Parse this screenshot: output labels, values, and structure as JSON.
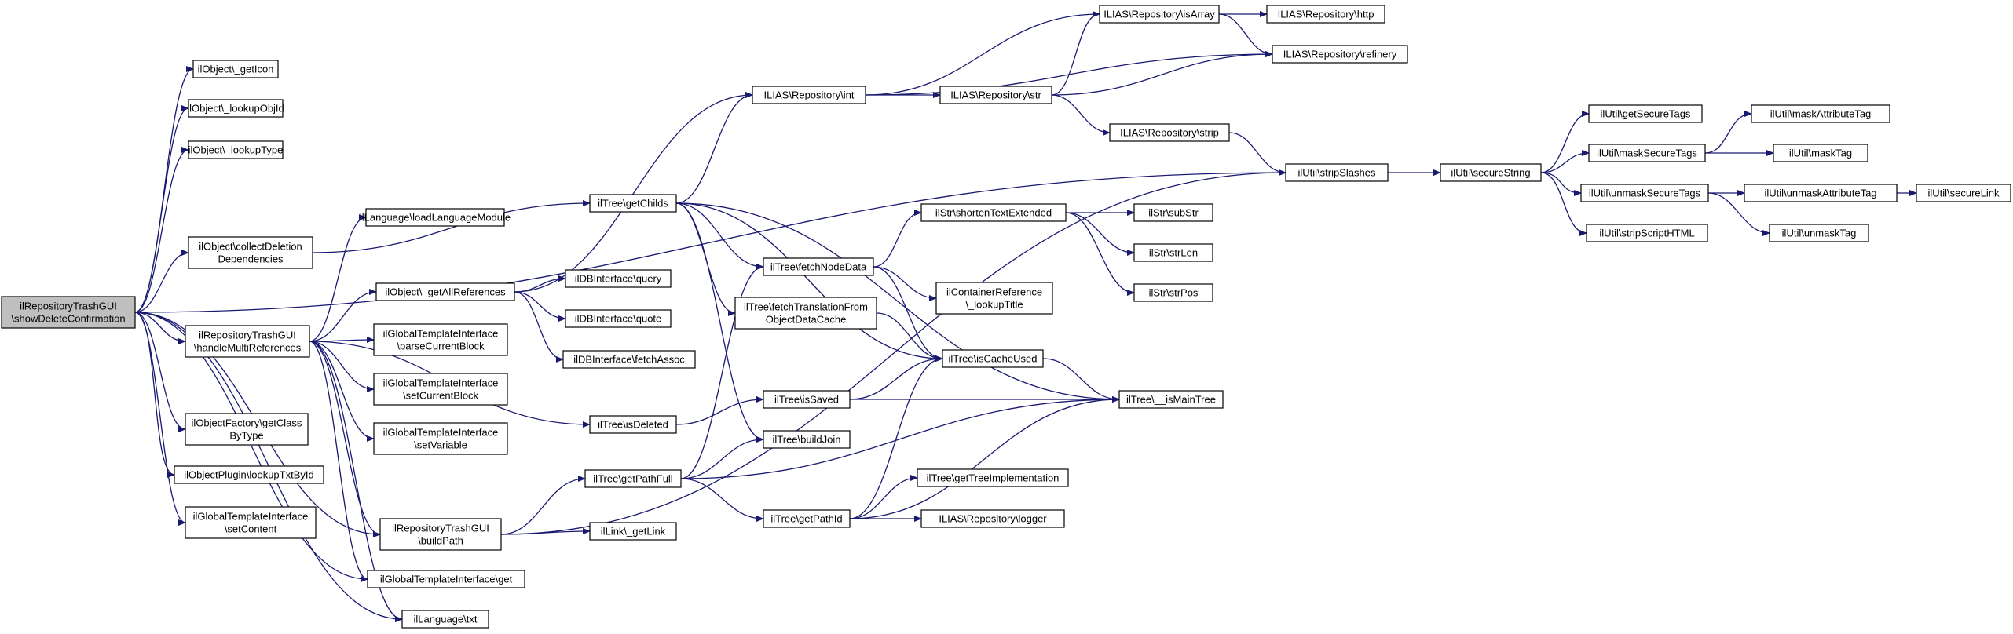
{
  "graph": {
    "nodes": [
      {
        "id": "root",
        "lines": [
          "ilRepositoryTrashGUI",
          "\\showDeleteConfirmation"
        ],
        "root": true
      },
      {
        "id": "geticon",
        "lines": [
          "ilObject\\_getIcon"
        ]
      },
      {
        "id": "lookupobjid",
        "lines": [
          "ilObject\\_lookupObjId"
        ]
      },
      {
        "id": "lookuptype",
        "lines": [
          "ilObject\\_lookupType"
        ]
      },
      {
        "id": "collectdel",
        "lines": [
          "ilObject\\collectDeletion",
          "Dependencies"
        ]
      },
      {
        "id": "handlemulti",
        "lines": [
          "ilRepositoryTrashGUI",
          "\\handleMultiReferences"
        ]
      },
      {
        "id": "factory",
        "lines": [
          "ilObjectFactory\\getClass",
          "ByType"
        ]
      },
      {
        "id": "plugin",
        "lines": [
          "ilObjectPlugin\\lookupTxtById"
        ]
      },
      {
        "id": "gtisetcontent",
        "lines": [
          "ilGlobalTemplateInterface",
          "\\setContent"
        ]
      },
      {
        "id": "loadlang",
        "lines": [
          "ilLanguage\\loadLanguageModule"
        ]
      },
      {
        "id": "getallrefs",
        "lines": [
          "ilObject\\_getAllReferences"
        ]
      },
      {
        "id": "parseblock",
        "lines": [
          "ilGlobalTemplateInterface",
          "\\parseCurrentBlock"
        ]
      },
      {
        "id": "setblock",
        "lines": [
          "ilGlobalTemplateInterface",
          "\\setCurrentBlock"
        ]
      },
      {
        "id": "setvar",
        "lines": [
          "ilGlobalTemplateInterface",
          "\\setVariable"
        ]
      },
      {
        "id": "buildpath",
        "lines": [
          "ilRepositoryTrashGUI",
          "\\buildPath"
        ]
      },
      {
        "id": "gtiget",
        "lines": [
          "ilGlobalTemplateInterface\\get"
        ]
      },
      {
        "id": "langtxt",
        "lines": [
          "ilLanguage\\txt"
        ]
      },
      {
        "id": "dbquery",
        "lines": [
          "ilDBInterface\\query"
        ]
      },
      {
        "id": "dbquote",
        "lines": [
          "ilDBInterface\\quote"
        ]
      },
      {
        "id": "dbfetch",
        "lines": [
          "ilDBInterface\\fetchAssoc"
        ]
      },
      {
        "id": "getchilds",
        "lines": [
          "ilTree\\getChilds"
        ]
      },
      {
        "id": "isdeleted",
        "lines": [
          "ilTree\\isDeleted"
        ]
      },
      {
        "id": "getpathfull",
        "lines": [
          "ilTree\\getPathFull"
        ]
      },
      {
        "id": "getlink",
        "lines": [
          "ilLink\\_getLink"
        ]
      },
      {
        "id": "repoint",
        "lines": [
          "ILIAS\\Repository\\int"
        ]
      },
      {
        "id": "fetchnode",
        "lines": [
          "ilTree\\fetchNodeData"
        ]
      },
      {
        "id": "fetchtrans",
        "lines": [
          "ilTree\\fetchTranslationFrom",
          "ObjectDataCache"
        ]
      },
      {
        "id": "issaved",
        "lines": [
          "ilTree\\isSaved"
        ]
      },
      {
        "id": "buildjoin",
        "lines": [
          "ilTree\\buildJoin"
        ]
      },
      {
        "id": "getpathid",
        "lines": [
          "ilTree\\getPathId"
        ]
      },
      {
        "id": "repoisarray",
        "lines": [
          "ILIAS\\Repository\\isArray"
        ]
      },
      {
        "id": "repostr",
        "lines": [
          "ILIAS\\Repository\\str"
        ]
      },
      {
        "id": "repostrip",
        "lines": [
          "ILIAS\\Repository\\strip"
        ]
      },
      {
        "id": "shortentext",
        "lines": [
          "ilStr\\shortenTextExtended"
        ]
      },
      {
        "id": "containerref",
        "lines": [
          "ilContainerReference",
          "\\_lookupTitle"
        ]
      },
      {
        "id": "iscacheused",
        "lines": [
          "ilTree\\isCacheUsed"
        ]
      },
      {
        "id": "gettreeimpl",
        "lines": [
          "ilTree\\getTreeImplementation"
        ]
      },
      {
        "id": "repologger",
        "lines": [
          "ILIAS\\Repository\\logger"
        ]
      },
      {
        "id": "repohttp",
        "lines": [
          "ILIAS\\Repository\\http"
        ]
      },
      {
        "id": "reporefinery",
        "lines": [
          "ILIAS\\Repository\\refinery"
        ]
      },
      {
        "id": "stripslashes",
        "lines": [
          "ilUtil\\stripSlashes"
        ]
      },
      {
        "id": "substr",
        "lines": [
          "ilStr\\subStr"
        ]
      },
      {
        "id": "strlen",
        "lines": [
          "ilStr\\strLen"
        ]
      },
      {
        "id": "strpos",
        "lines": [
          "ilStr\\strPos"
        ]
      },
      {
        "id": "ismaintree",
        "lines": [
          "ilTree\\__isMainTree"
        ]
      },
      {
        "id": "securestring",
        "lines": [
          "ilUtil\\secureString"
        ]
      },
      {
        "id": "getsecuretags",
        "lines": [
          "ilUtil\\getSecureTags"
        ]
      },
      {
        "id": "masksecuretags",
        "lines": [
          "ilUtil\\maskSecureTags"
        ]
      },
      {
        "id": "unmasksecuretags",
        "lines": [
          "ilUtil\\unmaskSecureTags"
        ]
      },
      {
        "id": "stripscript",
        "lines": [
          "ilUtil\\stripScriptHTML"
        ]
      },
      {
        "id": "maskattr",
        "lines": [
          "ilUtil\\maskAttributeTag"
        ]
      },
      {
        "id": "masktag",
        "lines": [
          "ilUtil\\maskTag"
        ]
      },
      {
        "id": "unmaskattr",
        "lines": [
          "ilUtil\\unmaskAttributeTag"
        ]
      },
      {
        "id": "unmasktag",
        "lines": [
          "ilUtil\\unmaskTag"
        ]
      },
      {
        "id": "securelink",
        "lines": [
          "ilUtil\\secureLink"
        ]
      }
    ],
    "edges": [
      [
        "root",
        "geticon"
      ],
      [
        "root",
        "lookupobjid"
      ],
      [
        "root",
        "lookuptype"
      ],
      [
        "root",
        "collectdel"
      ],
      [
        "root",
        "handlemulti"
      ],
      [
        "root",
        "factory"
      ],
      [
        "root",
        "plugin"
      ],
      [
        "root",
        "gtisetcontent"
      ],
      [
        "root",
        "stripslashes"
      ],
      [
        "root",
        "langtxt"
      ],
      [
        "root",
        "gtiget"
      ],
      [
        "root",
        "buildpath"
      ],
      [
        "collectdel",
        "getchilds"
      ],
      [
        "handlemulti",
        "loadlang"
      ],
      [
        "handlemulti",
        "getallrefs"
      ],
      [
        "handlemulti",
        "parseblock"
      ],
      [
        "handlemulti",
        "setblock"
      ],
      [
        "handlemulti",
        "setvar"
      ],
      [
        "handlemulti",
        "buildpath"
      ],
      [
        "handlemulti",
        "gtiget"
      ],
      [
        "handlemulti",
        "langtxt"
      ],
      [
        "handlemulti",
        "isdeleted"
      ],
      [
        "getallrefs",
        "dbquery"
      ],
      [
        "getallrefs",
        "dbquote"
      ],
      [
        "getallrefs",
        "dbfetch"
      ],
      [
        "getallrefs",
        "repoint"
      ],
      [
        "buildpath",
        "getpathfull"
      ],
      [
        "buildpath",
        "getlink"
      ],
      [
        "buildpath",
        "stripslashes"
      ],
      [
        "getchilds",
        "repoint"
      ],
      [
        "getchilds",
        "fetchnode"
      ],
      [
        "getchilds",
        "fetchtrans"
      ],
      [
        "getchilds",
        "iscacheused"
      ],
      [
        "getchilds",
        "buildjoin"
      ],
      [
        "getchilds",
        "ismaintree"
      ],
      [
        "isdeleted",
        "issaved"
      ],
      [
        "getpathfull",
        "fetchnode"
      ],
      [
        "getpathfull",
        "buildjoin"
      ],
      [
        "getpathfull",
        "getpathid"
      ],
      [
        "getpathfull",
        "ismaintree"
      ],
      [
        "repoint",
        "repoisarray"
      ],
      [
        "repoint",
        "repostr"
      ],
      [
        "repoint",
        "reporefinery"
      ],
      [
        "fetchnode",
        "shortentext"
      ],
      [
        "fetchnode",
        "containerref"
      ],
      [
        "fetchnode",
        "iscacheused"
      ],
      [
        "fetchtrans",
        "iscacheused"
      ],
      [
        "issaved",
        "iscacheused"
      ],
      [
        "issaved",
        "ismaintree"
      ],
      [
        "getpathid",
        "iscacheused"
      ],
      [
        "getpathid",
        "gettreeimpl"
      ],
      [
        "getpathid",
        "repologger"
      ],
      [
        "getpathid",
        "ismaintree"
      ],
      [
        "repoisarray",
        "repohttp"
      ],
      [
        "repoisarray",
        "reporefinery"
      ],
      [
        "repostr",
        "repoisarray"
      ],
      [
        "repostr",
        "reporefinery"
      ],
      [
        "repostr",
        "repostrip"
      ],
      [
        "repostrip",
        "stripslashes"
      ],
      [
        "shortentext",
        "substr"
      ],
      [
        "shortentext",
        "strlen"
      ],
      [
        "shortentext",
        "strpos"
      ],
      [
        "iscacheused",
        "ismaintree"
      ],
      [
        "stripslashes",
        "securestring"
      ],
      [
        "securestring",
        "getsecuretags"
      ],
      [
        "securestring",
        "masksecuretags"
      ],
      [
        "securestring",
        "unmasksecuretags"
      ],
      [
        "securestring",
        "stripscript"
      ],
      [
        "masksecuretags",
        "maskattr"
      ],
      [
        "masksecuretags",
        "masktag"
      ],
      [
        "unmasksecuretags",
        "unmaskattr"
      ],
      [
        "unmasksecuretags",
        "unmasktag"
      ],
      [
        "unmaskattr",
        "securelink"
      ]
    ]
  }
}
